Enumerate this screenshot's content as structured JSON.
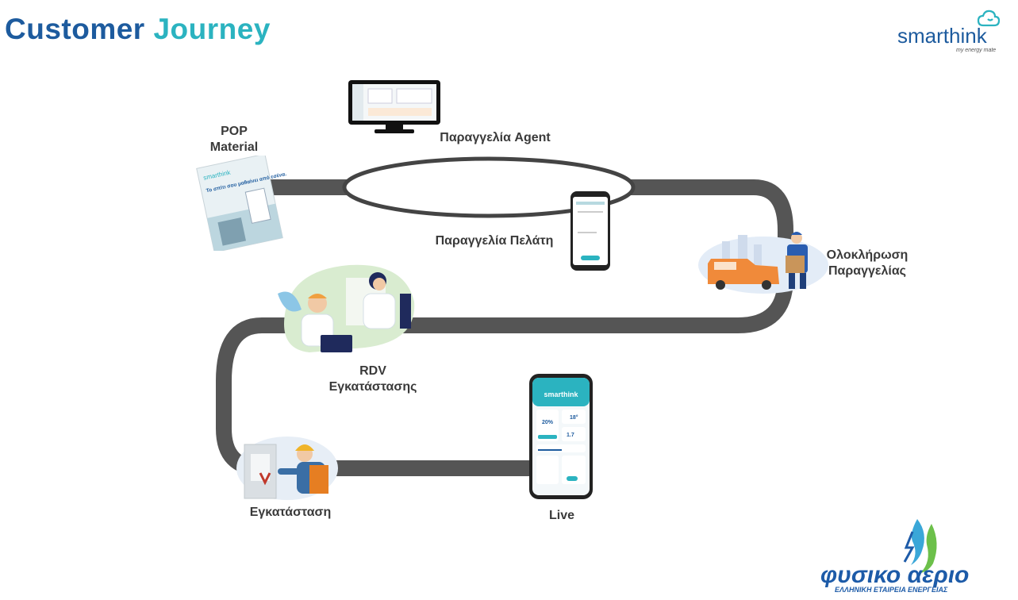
{
  "header": {
    "title_word1": "Customer",
    "title_word2": "Journey"
  },
  "brand": {
    "name_part1": "smart",
    "name_part2": "hink",
    "tagline": "my energy mate",
    "color": "#1d5b9e",
    "accent": "#2bb3c0"
  },
  "steps": [
    {
      "id": "pop",
      "label_line1": "POP",
      "label_line2": "Material"
    },
    {
      "id": "agent",
      "label_line1": "Παραγγελία Agent"
    },
    {
      "id": "customer",
      "label_line1": "Παραγγελία Πελάτη"
    },
    {
      "id": "completion",
      "label_line1": "Ολοκλήρωση",
      "label_line2": "Παραγγελίας"
    },
    {
      "id": "rdv",
      "label_line1": "RDV",
      "label_line2": "Εγκατάστασης"
    },
    {
      "id": "install",
      "label_line1": "Εγκατάσταση"
    },
    {
      "id": "live",
      "label_line1": "Live"
    }
  ],
  "phone_app": {
    "brand": "smarthink",
    "value1": "20%",
    "value2": "18°",
    "value3": "1.7"
  },
  "pop_booklet": {
    "brand": "smarthink",
    "headline": "Το σπίτι σου μαθαίνει από εσένα."
  },
  "footer_logo": {
    "main": "φυσικο αεριο",
    "sub": "ΕΛΛΗΝΙΚΗ ΕΤΑΙΡΕΙΑ ΕΝΕΡΓΕΙΑΣ",
    "color": "#1d5ba8"
  },
  "colors": {
    "track": "#555555",
    "ring": "#444444"
  }
}
